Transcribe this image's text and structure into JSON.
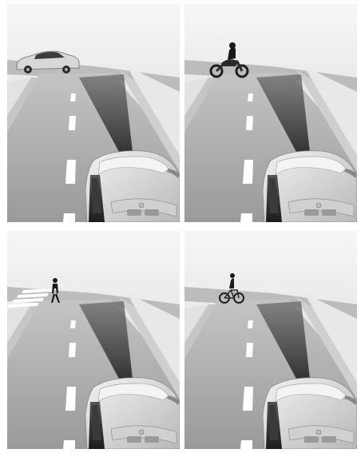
{
  "panels": [
    {
      "id": "p1",
      "scenario": "car-crossing-ahead",
      "object_icon": "car-icon"
    },
    {
      "id": "p2",
      "scenario": "motorcycle-crossing-ahead",
      "object_icon": "motorcycle-icon"
    },
    {
      "id": "p3",
      "scenario": "pedestrian-on-crosswalk",
      "object_icon": "pedestrian-icon"
    },
    {
      "id": "p4",
      "scenario": "cyclist-crossing-ahead",
      "object_icon": "bicycle-icon"
    }
  ],
  "colors": {
    "sky_top": "#f4f4f4",
    "sky_bottom": "#d9d9d9",
    "road": "#a9a9a9",
    "road_dark": "#8f8f8f",
    "curb": "#e6e6e6",
    "sensor_beam": "#3a3a3a",
    "vehicle_body": "#e2e2e2",
    "vehicle_dark": "#2a2a2a"
  }
}
